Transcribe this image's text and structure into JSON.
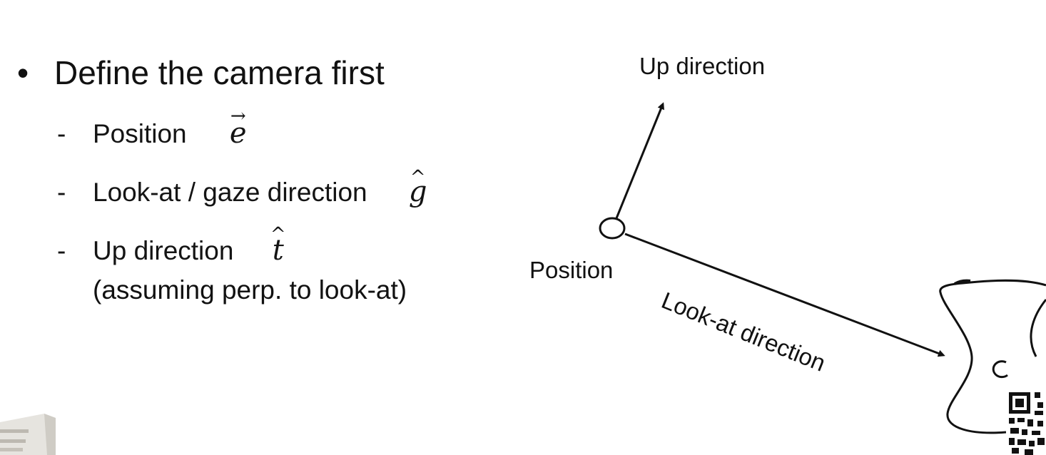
{
  "bullets": {
    "main": "Define the camera first",
    "marker": "•",
    "dash": "-",
    "items": [
      {
        "label": "Position",
        "symbol": "e",
        "accent": "→"
      },
      {
        "label": "Look-at / gaze direction",
        "symbol": "g",
        "accent": "^"
      },
      {
        "label": "Up direction",
        "symbol": "t",
        "accent": "^",
        "note": "(assuming perp. to look-at)"
      }
    ]
  },
  "diagram": {
    "up_label": "Up direction",
    "position_label": "Position",
    "lookat_label": "Look-at direction"
  },
  "colors": {
    "text": "#111111",
    "background": "#ffffff"
  }
}
